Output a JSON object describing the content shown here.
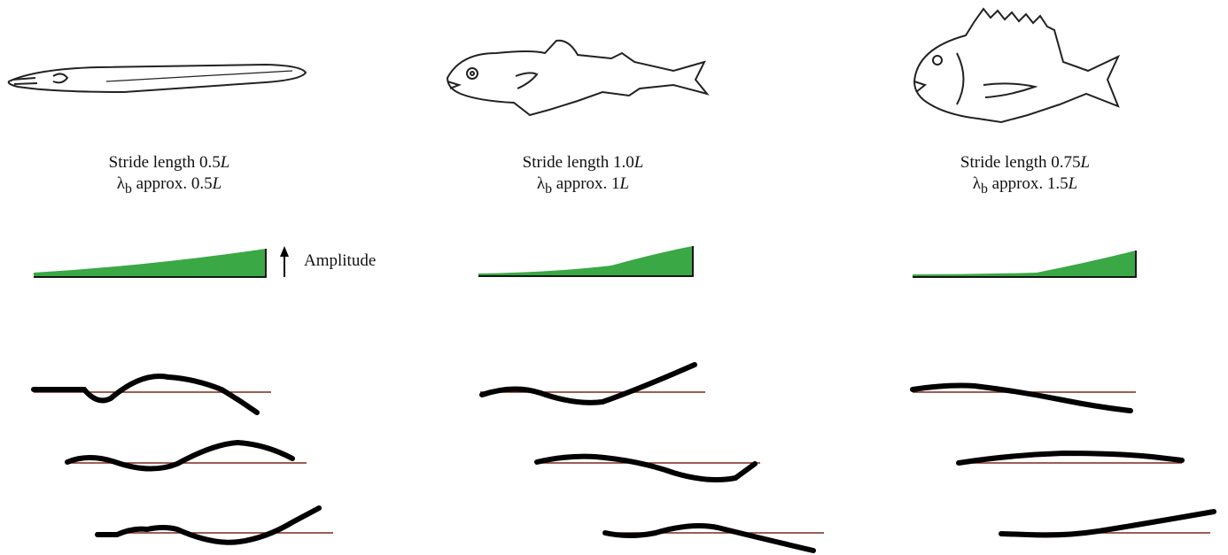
{
  "amplitude_label": "Amplitude",
  "colors": {
    "envelope_fill": "#3aa845",
    "midline": "#7a2a1a",
    "body_wave": "#000000"
  },
  "panels": [
    {
      "name": "eel",
      "icon": "eel-fish-icon",
      "stride_prefix": "Stride length ",
      "stride_value": "0.5",
      "stride_unit": "L",
      "lambda_symbol": "λ",
      "lambda_sub": "b",
      "lambda_prefix": " approx. ",
      "lambda_value": "0.5",
      "lambda_unit": "L"
    },
    {
      "name": "cod",
      "icon": "cod-fish-icon",
      "stride_prefix": "Stride length ",
      "stride_value": "1.0",
      "stride_unit": "L",
      "lambda_symbol": "λ",
      "lambda_sub": "b",
      "lambda_prefix": " approx. ",
      "lambda_value": "1",
      "lambda_unit": "L"
    },
    {
      "name": "snapper",
      "icon": "spiny-fish-icon",
      "stride_prefix": "Stride length ",
      "stride_value": "0.75",
      "stride_unit": "L",
      "lambda_symbol": "λ",
      "lambda_sub": "b",
      "lambda_prefix": " approx. ",
      "lambda_value": "1.5",
      "lambda_unit": "L"
    }
  ]
}
